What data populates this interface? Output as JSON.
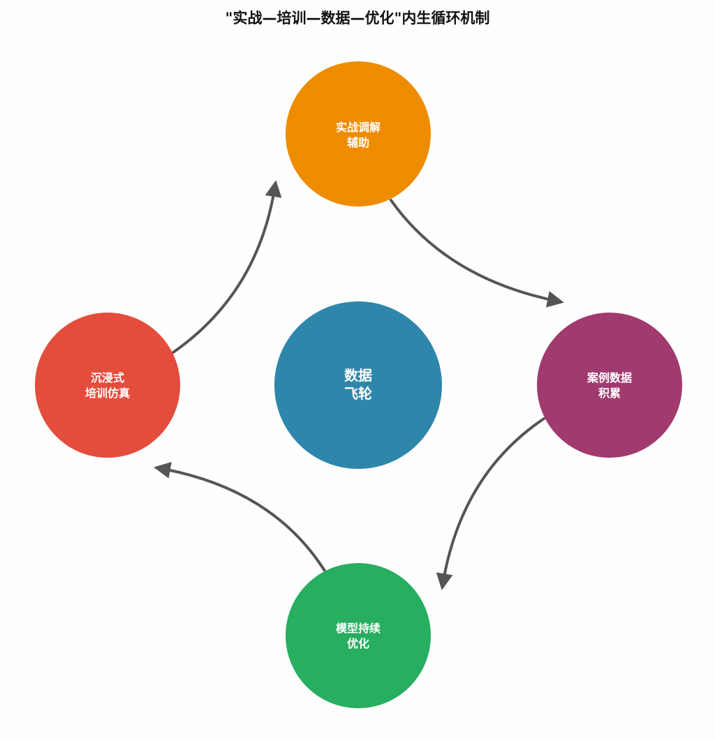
{
  "title": "\"实战—培训—数据—优化\"内生循环机制",
  "nodes": {
    "top": {
      "line1": "实战调解",
      "line2": "辅助",
      "color": "#EE8C00"
    },
    "right": {
      "line1": "案例数据",
      "line2": "积累",
      "color": "#A13A6E"
    },
    "bottom": {
      "line1": "模型持续",
      "line2": "优化",
      "color": "#27AE60"
    },
    "left": {
      "line1": "沉浸式",
      "line2": "培训仿真",
      "color": "#E44D3C"
    },
    "center": {
      "line1": "数据",
      "line2": "飞轮",
      "color": "#2E86AB"
    }
  },
  "arrow_color": "#555555"
}
